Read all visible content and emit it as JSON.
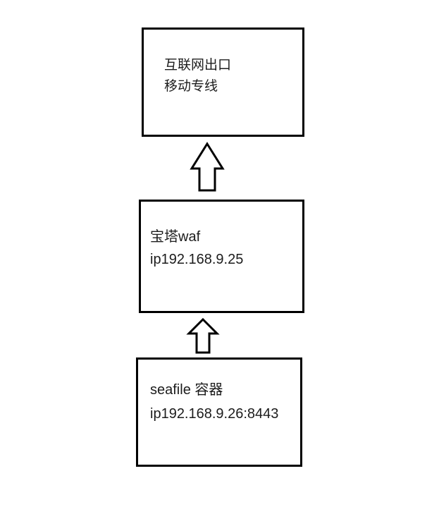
{
  "diagram": {
    "background_color": "#ffffff",
    "node_border_color": "#000000",
    "node_fill_color": "#ffffff",
    "text_color": "#1c1c1c",
    "arrow_color": "#000000",
    "nodes": [
      {
        "id": "internet-egress",
        "line1": "互联网出口",
        "line2": "移动专线"
      },
      {
        "id": "baota-waf",
        "line1": "宝塔waf",
        "line2": "ip192.168.9.25"
      },
      {
        "id": "seafile-container",
        "line1": "seafile 容器",
        "line2": "ip192.168.9.26:8443"
      }
    ],
    "arrows": [
      {
        "id": "arrow-waf-to-internet",
        "direction": "up",
        "from": "baota-waf",
        "to": "internet-egress"
      },
      {
        "id": "arrow-seafile-to-waf",
        "direction": "up",
        "from": "seafile-container",
        "to": "baota-waf"
      }
    ]
  }
}
